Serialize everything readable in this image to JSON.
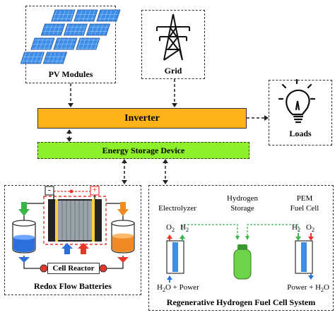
{
  "pv_modules": {
    "label": "PV Modules"
  },
  "grid": {
    "label": "Grid"
  },
  "inverter": {
    "label": "Inverter"
  },
  "loads": {
    "label": "Loads"
  },
  "storage": {
    "label": "Energy Storage Device"
  },
  "redox": {
    "title": "Redox Flow Batteries",
    "reactor_label": "Cell Reactor",
    "minus": "-",
    "plus": "+"
  },
  "fuel_cell": {
    "title": "Regenerative Hydrogen Fuel Cell System",
    "electrolyzer": "Electrolyzer",
    "hydrogen_storage": [
      "Hydrogen",
      "Storage"
    ],
    "pem_fuel_cell": [
      "PEM",
      "Fuel Cell"
    ],
    "o2": "O",
    "h2": "H",
    "sub2": "2",
    "power": "Power",
    "plus_sign": "+",
    "h2o_prefix": "H",
    "h2o_suffix": "O"
  },
  "colors": {
    "inverter": "#ffb31a",
    "storage": "#8ef02a",
    "panel_blue": "#3d8ee8",
    "tank_green": "#6fd34a",
    "arrow_red": "#e8352a",
    "arrow_green": "#3ab54a",
    "arrow_blue": "#2a6fdc",
    "arrow_orange": "#f08a24"
  },
  "icons": [
    "solar-panel-icon",
    "power-tower-icon",
    "light-bulb-icon",
    "hydrogen-tank-icon"
  ]
}
